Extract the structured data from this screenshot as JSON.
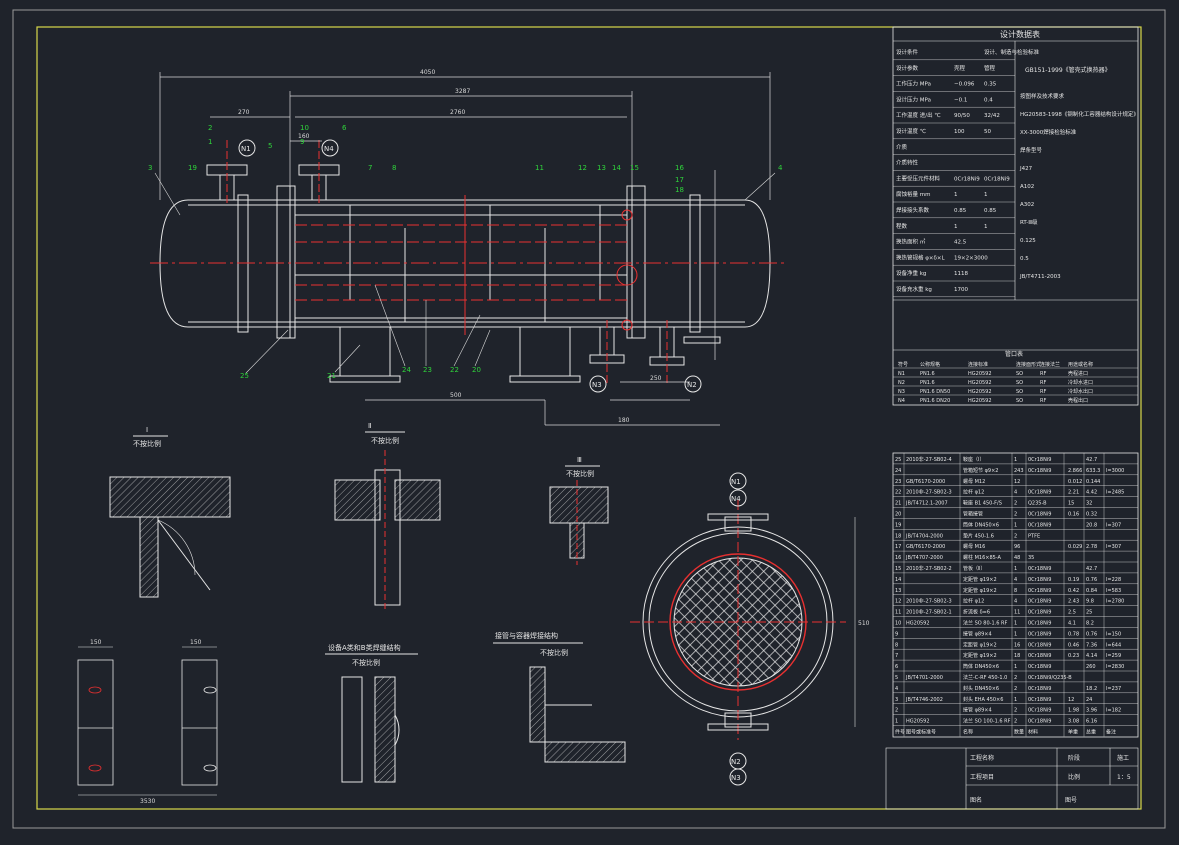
{
  "design_table": {
    "title": "设计数据表",
    "rows": [
      [
        "设计条件",
        "",
        "设计、制造与检验标准"
      ],
      [
        "设计参数",
        "壳程",
        "管程"
      ],
      [
        "工作压力 MPa",
        "−0.096",
        "0.35"
      ],
      [
        "设计压力 MPa",
        "−0.1",
        "0.4"
      ],
      [
        "工作温度 进/出 ℃",
        "90/50",
        "32/42"
      ],
      [
        "设计温度 ℃",
        "100",
        "50"
      ],
      [
        "介质",
        "",
        ""
      ],
      [
        "介质特性",
        "",
        ""
      ],
      [
        "主要受压元件材料",
        "0Cr18Ni9",
        "0Cr18Ni9"
      ],
      [
        "腐蚀裕量 mm",
        "1",
        "1"
      ],
      [
        "焊接接头系数",
        "0.85",
        "0.85"
      ],
      [
        "程数",
        "1",
        "1"
      ],
      [
        "换热面积 ㎡",
        "42.5",
        ""
      ],
      [
        "换热管规格 φ×δ×L",
        "19×2×3000",
        ""
      ],
      [
        "设备净重 kg",
        "1118",
        ""
      ],
      [
        "设备充水重 kg",
        "1700",
        ""
      ]
    ],
    "standard": "GB151-1999《管壳式换热器》",
    "right_notes": [
      "按图样及技术要求",
      "HG20583-1998《钢制化工容器结构设计规定》",
      "XX-3000焊接检验标准",
      "焊条型号",
      "J427",
      "A102",
      "A302",
      "RT-Ⅲ级",
      "0.125",
      "0.5",
      "JB/T4711-2003"
    ]
  },
  "nozzle_table": {
    "title": "管口表",
    "headers": [
      "符号",
      "公称规格",
      "连接标准",
      "连接面形式",
      "连接法兰",
      "用途或名称"
    ],
    "rows": [
      [
        "N1",
        "PN1.6",
        "HG20592",
        "SO",
        "RF",
        "壳程进口"
      ],
      [
        "N2",
        "PN1.6",
        "HG20592",
        "SO",
        "RF",
        "冷却水进口"
      ],
      [
        "N3",
        "PN1.6 DN50",
        "HG20592",
        "SO",
        "RF",
        "冷却水出口"
      ],
      [
        "N4",
        "PN1.6 DN20",
        "HG20592",
        "SO",
        "RF",
        "壳程出口"
      ]
    ]
  },
  "parts_list": {
    "headers": [
      "件号",
      "图号或标准号",
      "名称",
      "数量",
      "材料",
      "单重",
      "总重",
      "备注"
    ],
    "rows": [
      [
        "25",
        "2010非-27-SB02-4",
        "鞍座（Ⅰ）",
        "1",
        "0Cr18Ni9",
        "",
        "42.7",
        ""
      ],
      [
        "24",
        "",
        "管箱短节 φ9×2",
        "243",
        "0Cr18Ni9",
        "2.866",
        "633.3",
        "l=3000"
      ],
      [
        "23",
        "GB/T6170-2000",
        "螺母 M12",
        "12",
        "",
        "0.012",
        "0.144",
        ""
      ],
      [
        "22",
        "2010非-27-SB02-3",
        "拉杆 φ12",
        "4",
        "0Cr18Ni9",
        "2.21",
        "4.42",
        "l=2485"
      ],
      [
        "21",
        "JB/T4712.1-2007",
        "鞍座 B1 450-F/S",
        "2",
        "Q235-B",
        "15",
        "32",
        ""
      ],
      [
        "20",
        "",
        "管箱接管",
        "2",
        "0Cr18Ni9",
        "0.16",
        "0.32",
        ""
      ],
      [
        "19",
        "",
        "筒体 DN450×6",
        "1",
        "0Cr18Ni9",
        "",
        "20.8",
        "l=307"
      ],
      [
        "18",
        "JB/T4704-2000",
        "垫片 450-1.6",
        "2",
        "PTFE",
        "",
        "",
        ""
      ],
      [
        "17",
        "GB/T6170-2000",
        "螺母 M16",
        "96",
        "",
        "0.029",
        "2.78",
        "l=307"
      ],
      [
        "16",
        "JB/T4707-2000",
        "螺柱 M16×85-A",
        "48",
        "35",
        "",
        "",
        ""
      ],
      [
        "15",
        "2010非-27-SB02-2",
        "管板（Ⅱ）",
        "1",
        "0Cr18Ni9",
        "",
        "42.7",
        ""
      ],
      [
        "14",
        "",
        "定距管 φ19×2",
        "4",
        "0Cr18Ni9",
        "0.19",
        "0.76",
        "l=228"
      ],
      [
        "13",
        "",
        "定距管 φ19×2",
        "8",
        "0Cr18Ni9",
        "0.42",
        "0.84",
        "l=583"
      ],
      [
        "12",
        "2010非-27-SB02-3",
        "拉杆 φ12",
        "4",
        "0Cr18Ni9",
        "2.43",
        "9.8",
        "l=2780"
      ],
      [
        "11",
        "2010非-27-SB02-1",
        "折流板 δ=6",
        "11",
        "0Cr18Ni9",
        "2.5",
        "25",
        ""
      ],
      [
        "10",
        "HG20592",
        "法兰 SO 80-1.6 RF",
        "1",
        "0Cr18Ni9",
        "4.1",
        "8.2",
        ""
      ],
      [
        "9",
        "",
        "接管 φ89×4",
        "1",
        "0Cr18Ni9",
        "0.78",
        "0.76",
        "l=150"
      ],
      [
        "8",
        "",
        "定距管 φ19×2",
        "16",
        "0Cr18Ni9",
        "0.46",
        "7.36",
        "l=644"
      ],
      [
        "7",
        "",
        "定距管 φ19×2",
        "18",
        "0Cr18Ni9",
        "0.23",
        "4.14",
        "l=259"
      ],
      [
        "6",
        "",
        "筒体 DN450×6",
        "1",
        "0Cr18Ni9",
        "",
        "260",
        "l=2830"
      ],
      [
        "5",
        "JB/T4701-2000",
        "法兰-C-RF 450-1.0",
        "2",
        "0Cr18Ni9/Q235-B",
        "",
        "",
        ""
      ],
      [
        "4",
        "",
        "封头 DN450×6",
        "2",
        "0Cr18Ni9",
        "",
        "18.2",
        "l=237"
      ],
      [
        "3",
        "JB/T4746-2002",
        "封头 EHA 450×6",
        "1",
        "0Cr18Ni9",
        "12",
        "24",
        ""
      ],
      [
        "2",
        "",
        "接管 φ89×4",
        "2",
        "0Cr18Ni9",
        "1.98",
        "3.96",
        "l=182"
      ],
      [
        "1",
        "HG20592",
        "法兰 SO 100-1.6 RF",
        "2",
        "0Cr18Ni9",
        "3.08",
        "6.16",
        ""
      ]
    ]
  },
  "title_block": {
    "project_label": "工程名称",
    "item_label": "工程项目",
    "drawing_label": "图名",
    "stage_label": "阶段",
    "stage_value": "施工",
    "scale_label": "比例",
    "scale_value": "1：5",
    "sheet_label": "图号"
  },
  "views": {
    "detail_i": "Ⅰ",
    "detail_ii": "Ⅱ",
    "detail_iii": "Ⅲ",
    "not_to_scale": "不按比例",
    "flange_weld_title": "设备A类和B类焊缝结构",
    "nozzle_weld_title": "接管与容器焊接结构"
  },
  "labels": {
    "nozzles": [
      "N1",
      "N4",
      "N3",
      "N2"
    ],
    "part_numbers": [
      "1",
      "2",
      "3",
      "4",
      "5",
      "6",
      "7",
      "8",
      "9",
      "10",
      "11",
      "12",
      "13",
      "14",
      "15",
      "16",
      "17",
      "18",
      "19",
      "20",
      "21",
      "22",
      "23",
      "24",
      "25"
    ],
    "dims": [
      "4050",
      "3287",
      "2760",
      "270",
      "160",
      "250",
      "180",
      "3530",
      "150",
      "500",
      "510"
    ]
  },
  "colors": {
    "background": "#1f232b",
    "line": "#e6e6e6",
    "center": "#e83030",
    "dim": "#d9d9d9",
    "callout": "#2fd33b",
    "frame": "#d8d84a",
    "hatch": "#d0d0d0"
  }
}
